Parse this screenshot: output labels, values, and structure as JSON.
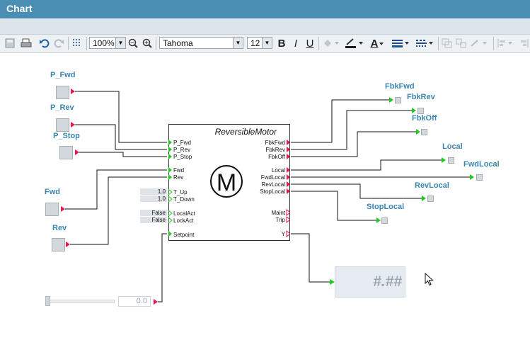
{
  "window": {
    "title": "Chart"
  },
  "toolbar": {
    "zoom": "100%",
    "font_family": "Tahoma",
    "font_size": "12",
    "bold": "B",
    "italic": "I",
    "underline": "U",
    "font_color": "A"
  },
  "inputs": {
    "p_fwd": "P_Fwd",
    "p_rev": "P_Rev",
    "p_stop": "P_Stop",
    "fwd": "Fwd",
    "rev": "Rev"
  },
  "outputs": {
    "fbkfwd": "FbkFwd",
    "fbkrev": "FbkRev",
    "fbkoff": "FbkOff",
    "local": "Local",
    "fwdlocal": "FwdLocal",
    "revlocal": "RevLocal",
    "stoplocal": "StopLocal"
  },
  "block": {
    "title": "ReversibleMotor",
    "symbol": "M",
    "in_pins": [
      "P_Fwd",
      "P_Rev",
      "P_Stop",
      "Fwd",
      "Rev",
      "T_Up",
      "T_Down",
      "LocalAct",
      "LockAct",
      "Setpoint"
    ],
    "out_pins": [
      "FbkFwd",
      "FbkRev",
      "FbkOff",
      "Local",
      "FwdLocal",
      "RevLocal",
      "StopLocal",
      "Maint",
      "Trip",
      "Y"
    ],
    "params": {
      "t_up": "1.0",
      "t_down": "1.0",
      "localact": "False",
      "lockact": "False"
    }
  },
  "display": {
    "value": "#.##"
  },
  "slider": {
    "value": "0.0"
  },
  "colors": {
    "title_bar": "#4a8fb3",
    "label": "#3b86b0",
    "input_connector": "#e8174a",
    "output_connector": "#22c722"
  }
}
